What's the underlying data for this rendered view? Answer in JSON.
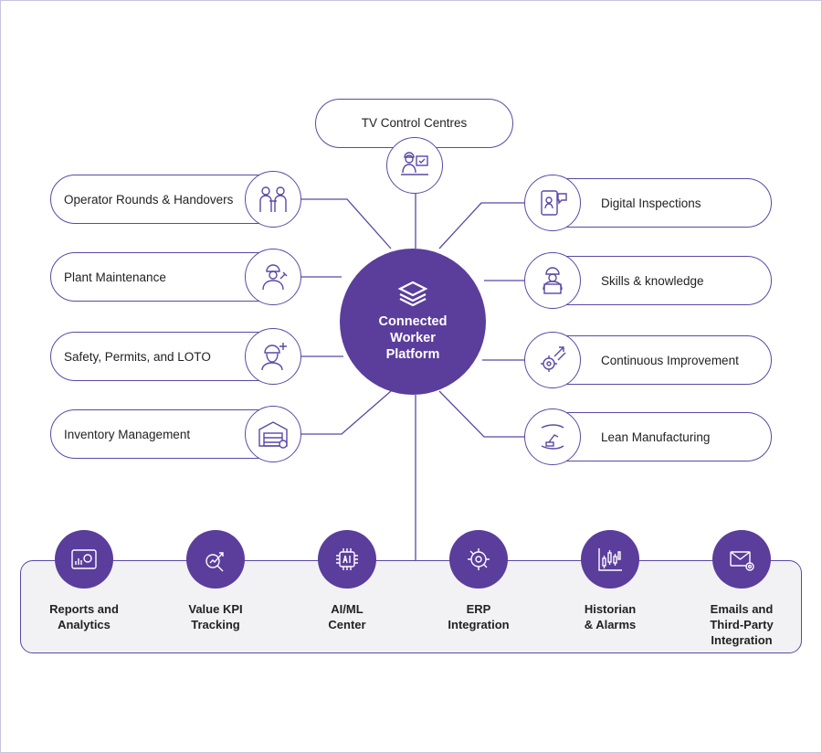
{
  "center": {
    "title": "Connected Worker Platform",
    "icon": "layers-logo-icon"
  },
  "top_node": {
    "label": "TV Control Centres",
    "icon": "worker-at-monitor-icon"
  },
  "left_nodes": [
    {
      "label": "Operator Rounds & Handovers",
      "icon": "handover-people-icon"
    },
    {
      "label": "Plant Maintenance",
      "icon": "maintenance-worker-icon"
    },
    {
      "label": "Safety, Permits, and LOTO",
      "icon": "safety-worker-icon"
    },
    {
      "label": "Inventory Management",
      "icon": "warehouse-icon"
    }
  ],
  "right_nodes": [
    {
      "label": "Digital Inspections",
      "icon": "tablet-inspection-icon"
    },
    {
      "label": "Skills & knowledge",
      "icon": "worker-laptop-icon"
    },
    {
      "label": "Continuous Improvement",
      "icon": "gear-arrows-icon"
    },
    {
      "label": "Lean Manufacturing",
      "icon": "hands-robot-icon"
    }
  ],
  "integrations": [
    {
      "label": "Reports and\nAnalytics",
      "icon": "report-chart-icon"
    },
    {
      "label": "Value KPI\nTracking",
      "icon": "kpi-magnifier-icon"
    },
    {
      "label": "AI/ML\nCenter",
      "icon": "ai-chip-icon"
    },
    {
      "label": "ERP\nIntegration",
      "icon": "erp-gear-icon"
    },
    {
      "label": "Historian\n& Alarms",
      "icon": "candlestick-icon"
    },
    {
      "label": "Emails and\nThird-Party\nIntegration",
      "icon": "email-gear-icon"
    }
  ],
  "colors": {
    "primary": "#5b3d9c",
    "outline": "#5b48a6",
    "bar_bg": "#f2f2f4"
  }
}
